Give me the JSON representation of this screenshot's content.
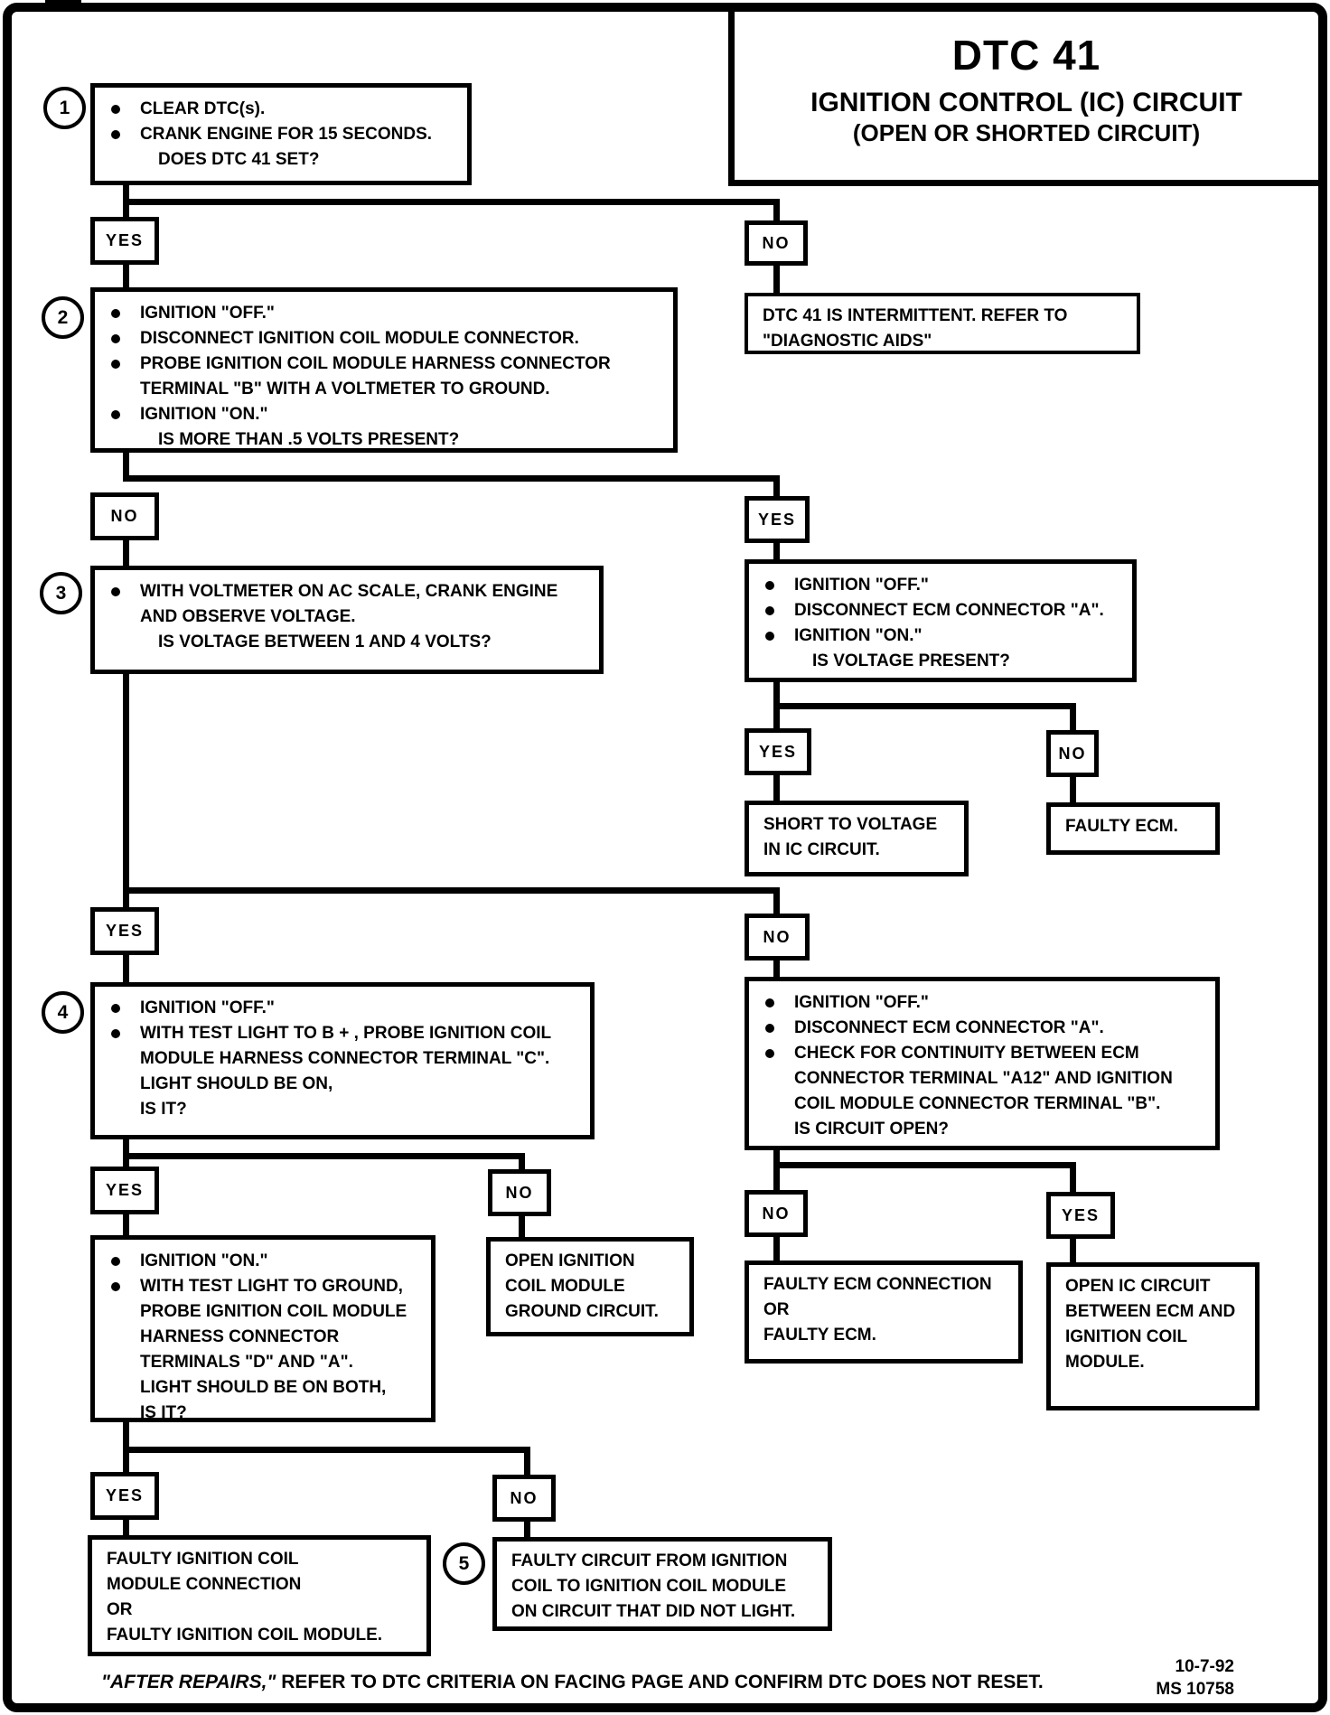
{
  "title": {
    "code": "DTC 41",
    "line1": "IGNITION CONTROL (IC) CIRCUIT",
    "line2": "(OPEN OR SHORTED CIRCUIT)"
  },
  "labels": {
    "yes": "YES",
    "no": "NO"
  },
  "steps": {
    "s1": "1",
    "s2": "2",
    "s3": "3",
    "s4": "4",
    "s5": "5"
  },
  "boxes": {
    "step1": {
      "bullets": [
        "CLEAR DTC(s).",
        "CRANK ENGINE FOR 15 SECONDS."
      ],
      "question": "DOES DTC 41 SET?"
    },
    "step2": {
      "bullets": [
        "IGNITION \"OFF.\"",
        "DISCONNECT IGNITION COIL MODULE CONNECTOR.",
        "PROBE IGNITION COIL MODULE HARNESS CONNECTOR\nTERMINAL \"B\" WITH A VOLTMETER TO GROUND.",
        "IGNITION \"ON.\""
      ],
      "question": "IS MORE THAN .5 VOLTS PRESENT?"
    },
    "intermittent": {
      "text": "DTC 41 IS INTERMITTENT. REFER TO\n\"DIAGNOSTIC AIDS\""
    },
    "step3": {
      "bullets": [
        "WITH VOLTMETER ON AC SCALE, CRANK ENGINE\nAND OBSERVE VOLTAGE."
      ],
      "question": "IS VOLTAGE BETWEEN 1 AND 4 VOLTS?"
    },
    "ecm_voltage": {
      "bullets": [
        "IGNITION \"OFF.\"",
        "DISCONNECT ECM CONNECTOR \"A\".",
        "IGNITION \"ON.\""
      ],
      "question": "IS VOLTAGE PRESENT?"
    },
    "short_to_voltage": {
      "text": "SHORT TO VOLTAGE\nIN IC CIRCUIT."
    },
    "faulty_ecm": {
      "text": "FAULTY ECM."
    },
    "step4": {
      "bullets": [
        "IGNITION \"OFF.\"",
        "WITH TEST LIGHT TO B + , PROBE IGNITION COIL\nMODULE HARNESS CONNECTOR TERMINAL \"C\".\nLIGHT SHOULD BE ON,\nIS IT?"
      ]
    },
    "continuity": {
      "bullets": [
        "IGNITION \"OFF.\"",
        "DISCONNECT ECM CONNECTOR \"A\".",
        "CHECK FOR CONTINUITY BETWEEN ECM\nCONNECTOR TERMINAL \"A12\" AND IGNITION\nCOIL MODULE CONNECTOR TERMINAL \"B\".\nIS CIRCUIT OPEN?"
      ]
    },
    "test_light": {
      "bullets": [
        "IGNITION \"ON.\"",
        "WITH TEST LIGHT TO GROUND,\nPROBE IGNITION COIL MODULE\nHARNESS CONNECTOR\nTERMINALS \"D\" AND \"A\".\nLIGHT SHOULD BE ON BOTH,\nIS IT?"
      ]
    },
    "open_ground": {
      "text": "OPEN IGNITION\nCOIL MODULE\nGROUND CIRCUIT."
    },
    "faulty_ecm_connection": {
      "text": "FAULTY ECM CONNECTION\nOR\nFAULTY ECM."
    },
    "open_ic": {
      "text": "OPEN IC CIRCUIT\nBETWEEN ECM AND\nIGNITION COIL\nMODULE."
    },
    "faulty_coil_module": {
      "text": "FAULTY IGNITION COIL\nMODULE CONNECTION\nOR\nFAULTY IGNITION COIL MODULE."
    },
    "step5": {
      "text": "FAULTY CIRCUIT FROM IGNITION\nCOIL TO IGNITION COIL MODULE\nON CIRCUIT THAT DID NOT LIGHT."
    }
  },
  "footer": {
    "note_italic": "\"AFTER REPAIRS,\"",
    "note_rest": " REFER TO DTC CRITERIA ON FACING PAGE AND CONFIRM DTC DOES NOT RESET.",
    "date": "10-7-92",
    "doc": "MS 10758"
  }
}
